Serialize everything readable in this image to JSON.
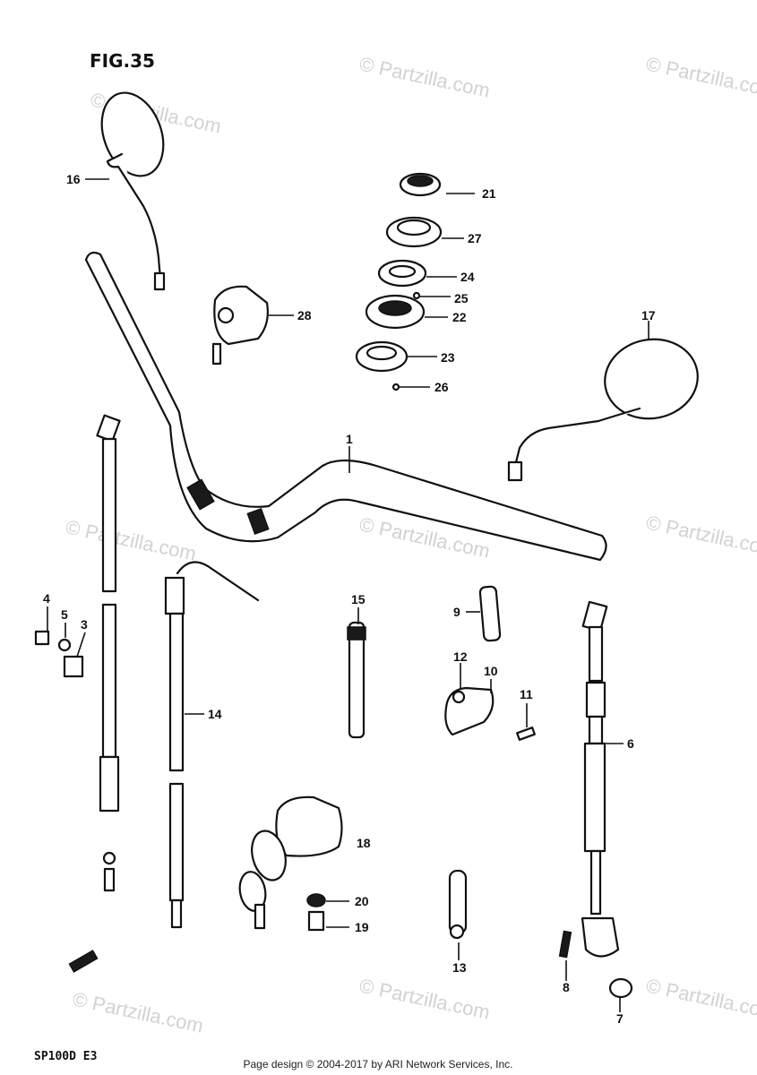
{
  "figure": {
    "title": "FIG.35",
    "model_code": "SP100D E3"
  },
  "footer": {
    "copyright": "Page design © 2004-2017 by ARI Network Services, Inc."
  },
  "watermark": {
    "text": "© Partzilla.com"
  },
  "callouts": [
    "1",
    "3",
    "4",
    "5",
    "6",
    "7",
    "8",
    "9",
    "10",
    "11",
    "12",
    "13",
    "14",
    "15",
    "16",
    "17",
    "18",
    "19",
    "20",
    "21",
    "22",
    "23",
    "24",
    "25",
    "26",
    "27",
    "28"
  ]
}
